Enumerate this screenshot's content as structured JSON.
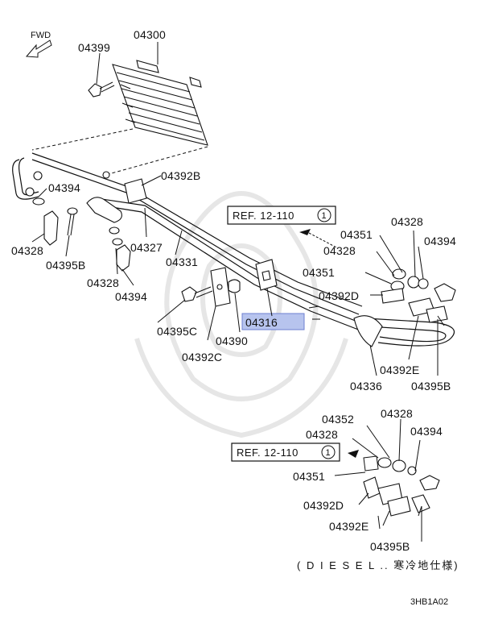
{
  "diagram": {
    "fwd_label": "FWD",
    "ref_label_1": "REF. 12-110",
    "ref_label_2": "REF. 12-110",
    "ref_circle_1": "1",
    "ref_circle_2": "1",
    "diesel_note": "( D I E S E L .. 寒冷地仕様)",
    "code": "3HB1A02",
    "highlight_color": "#b7c4ee",
    "parts": {
      "p04300": "04300",
      "p04399": "04399",
      "p04392b": "04392B",
      "p04394_a": "04394",
      "p04328_a": "04328",
      "p04395b_a": "04395B",
      "p04327": "04327",
      "p04331": "04331",
      "p04328_b": "04328",
      "p04394_b": "04394",
      "p04395c": "04395C",
      "p04392c": "04392C",
      "p04390": "04390",
      "p04316": "04316",
      "p04351_a": "04351",
      "p04328_c": "04328",
      "p04351_b": "04351",
      "p04328_d": "04328",
      "p04394_c": "04394",
      "p04392d_a": "04392D",
      "p04392e_a": "04392E",
      "p04336": "04336",
      "p04395b_b": "04395B",
      "p04352": "04352",
      "p04328_e": "04328",
      "p04328_f": "04328",
      "p04394_d": "04394",
      "p04351_c": "04351",
      "p04392d_b": "04392D",
      "p04392e_b": "04392E",
      "p04395b_c": "04395B"
    }
  }
}
